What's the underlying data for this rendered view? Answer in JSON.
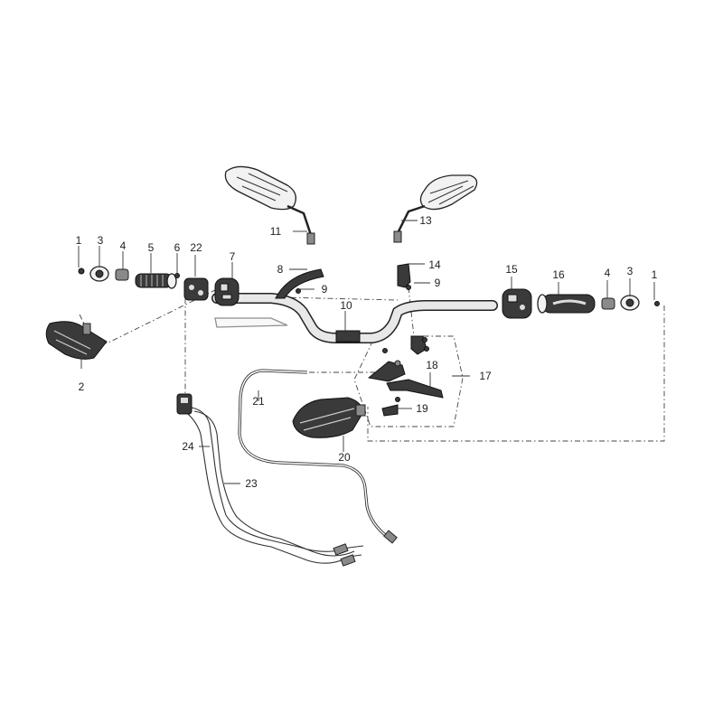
{
  "callouts": [
    {
      "id": "c1a",
      "label": "1"
    },
    {
      "id": "c3a",
      "label": "3"
    },
    {
      "id": "c4a",
      "label": "4"
    },
    {
      "id": "c5",
      "label": "5"
    },
    {
      "id": "c6",
      "label": "6"
    },
    {
      "id": "c22",
      "label": "22"
    },
    {
      "id": "c7",
      "label": "7"
    },
    {
      "id": "c2",
      "label": "2"
    },
    {
      "id": "c11",
      "label": "11"
    },
    {
      "id": "c8",
      "label": "8"
    },
    {
      "id": "c9a",
      "label": "9"
    },
    {
      "id": "c10",
      "label": "10"
    },
    {
      "id": "c13",
      "label": "13"
    },
    {
      "id": "c14",
      "label": "14"
    },
    {
      "id": "c9b",
      "label": "9"
    },
    {
      "id": "c15",
      "label": "15"
    },
    {
      "id": "c16",
      "label": "16"
    },
    {
      "id": "c4b",
      "label": "4"
    },
    {
      "id": "c3b",
      "label": "3"
    },
    {
      "id": "c1b",
      "label": "1"
    },
    {
      "id": "c17",
      "label": "17"
    },
    {
      "id": "c18",
      "label": "18"
    },
    {
      "id": "c19",
      "label": "19"
    },
    {
      "id": "c20",
      "label": "20"
    },
    {
      "id": "c21",
      "label": "21"
    },
    {
      "id": "c24",
      "label": "24"
    },
    {
      "id": "c23",
      "label": "23"
    }
  ]
}
